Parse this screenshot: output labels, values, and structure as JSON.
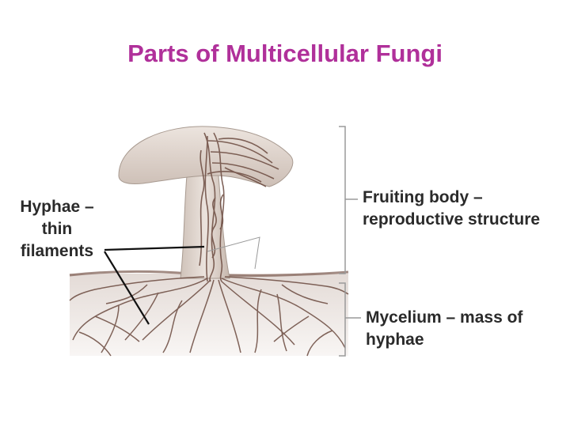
{
  "title": "Parts of Multicellular Fungi",
  "labels": {
    "hyphae": {
      "line1": "Hyphae –",
      "line2": "thin",
      "line3": "filaments"
    },
    "fruiting_body": {
      "line1": "Fruiting body –",
      "line2": "reproductive structure"
    },
    "mycelium": {
      "line1": "Mycelium – mass of",
      "line2": "hyphae"
    }
  },
  "colors": {
    "title": "#b0309a",
    "label_text": "#2a2a2a",
    "hyphae": "#6b4a3f",
    "cap": "#ddd1c9",
    "bracket": "#9a9a9a"
  }
}
